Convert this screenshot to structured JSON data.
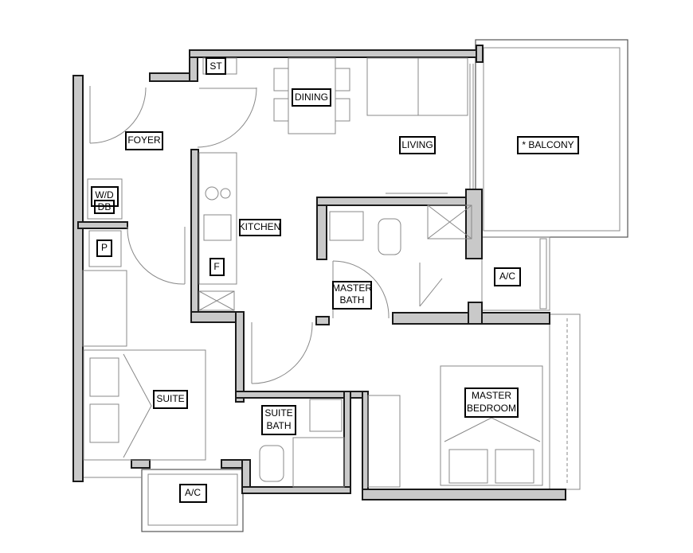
{
  "rooms": {
    "st": "ST",
    "dining": "DINING",
    "living": "LIVING",
    "balcony": "* BALCONY",
    "foyer": "FOYER",
    "wd": "W/D",
    "db": "DB",
    "kitchen": "KITCHEN",
    "p": "P",
    "f": "F",
    "master_bath": [
      "MASTER",
      "BATH"
    ],
    "ac_right": "A/C",
    "suite": "SUITE",
    "suite_bath": [
      "SUITE",
      "BATH"
    ],
    "master_bedroom": [
      "MASTER",
      "BEDROOM"
    ],
    "ac_bottom": "A/C"
  }
}
